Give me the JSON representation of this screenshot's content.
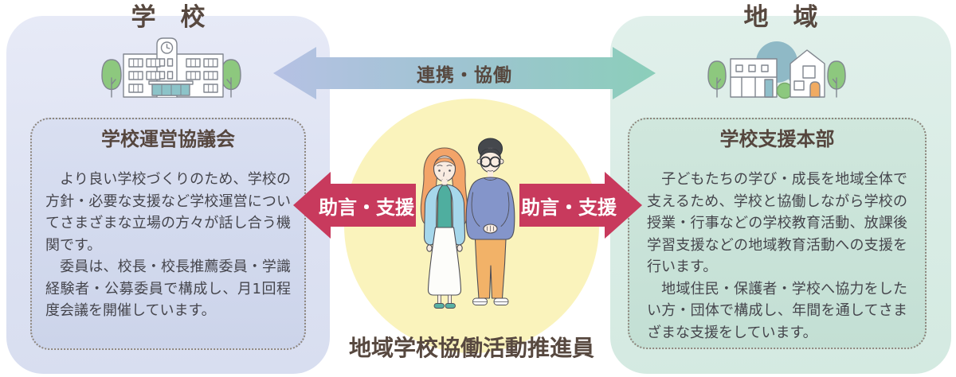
{
  "school_panel": {
    "title": "学　校",
    "box_title": "学校運営協議会",
    "paragraphs": [
      "　より良い学校づくりのため、学校の方針・必要な支援など学校運営についてさまざまな立場の方々が話し合う機関です。",
      "　委員は、校長・校長推薦委員・学識経験者・公募委員で構成し、月1回程度会議を開催しています。"
    ]
  },
  "community_panel": {
    "title": "地　域",
    "box_title": "学校支援本部",
    "paragraphs": [
      "　子どもたちの学び・成長を地域全体で支えるため、学校と協働しながら学校の授業・行事などの学校教育活動、放課後学習支援などの地域教育活動への支援を行います。",
      "　地域住民・保護者・学校へ協力をしたい方・団体で構成し、年間を通してさまざまな支援をしています。"
    ]
  },
  "arrows": {
    "top_label": "連携・協働",
    "school_advice_label": "助言・支援",
    "community_advice_label": "助言・支援"
  },
  "promoter": {
    "label": "地域学校協働活動推進員"
  },
  "icons": {
    "school": "school-building-icon",
    "community": "houses-icon",
    "promoter": "promoter-couple-illustration"
  },
  "colors": {
    "school_panel_bg": "#dde2f2",
    "school_box_bg": "#d2d9ee",
    "community_panel_bg": "#d9ece5",
    "community_box_bg": "#c9e4d9",
    "advice_arrow": "#c83a5d",
    "link_arrow_left": "#b6c1e4",
    "link_arrow_right": "#8bceba",
    "promoter_circle": "#faf3bc",
    "heading_text": "#57483f",
    "body_text": "#45454c"
  }
}
